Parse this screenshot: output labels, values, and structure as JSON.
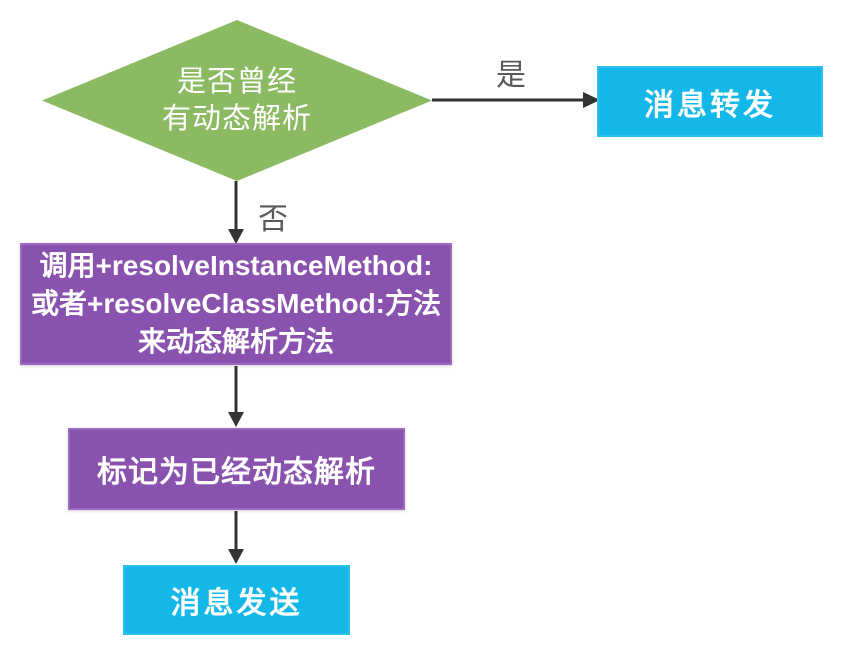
{
  "diagram": {
    "type": "flowchart",
    "background": "#FFFFFF",
    "arrow_color": "#333333",
    "edge_label_color": "#595959",
    "nodes": [
      {
        "id": "decision",
        "shape": "diamond",
        "fill": "#8CBA63",
        "text_color": "#FFFFFF",
        "label_lines": [
          "是否曾经",
          "有动态解析"
        ]
      },
      {
        "id": "forward",
        "shape": "rect",
        "fill": "#14B8E8",
        "text_color": "#FFFFFF",
        "label": "消息转发"
      },
      {
        "id": "resolve",
        "shape": "rect",
        "fill": "#8A52AF",
        "text_color": "#FFFFFF",
        "label_lines": [
          "调用+resolveInstanceMethod:",
          "或者+resolveClassMethod:方法",
          "来动态解析方法"
        ]
      },
      {
        "id": "mark",
        "shape": "rect",
        "fill": "#8A52AF",
        "text_color": "#FFFFFF",
        "label": "标记为已经动态解析"
      },
      {
        "id": "send",
        "shape": "rect",
        "fill": "#14B8E8",
        "text_color": "#FFFFFF",
        "label": "消息发送"
      }
    ],
    "edges": [
      {
        "from": "decision",
        "to": "forward",
        "label": "是"
      },
      {
        "from": "decision",
        "to": "resolve",
        "label": "否"
      },
      {
        "from": "resolve",
        "to": "mark",
        "label": ""
      },
      {
        "from": "mark",
        "to": "send",
        "label": ""
      }
    ]
  }
}
